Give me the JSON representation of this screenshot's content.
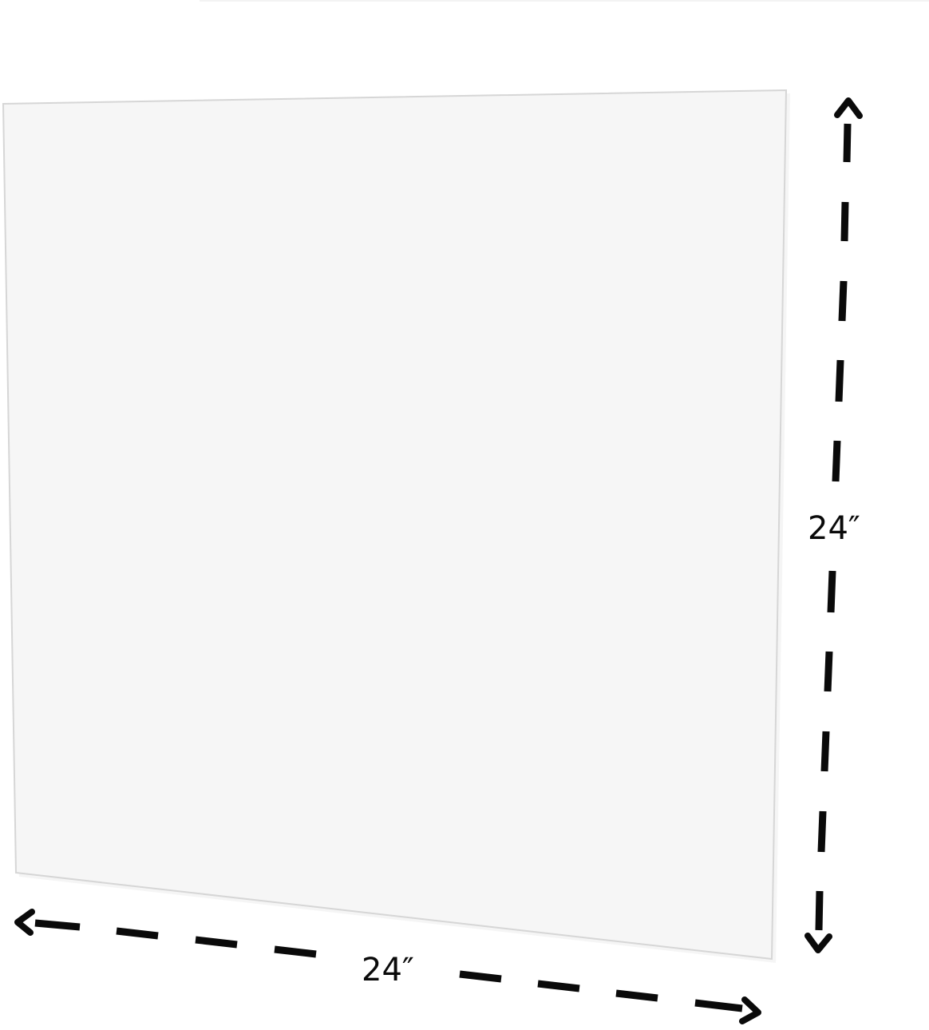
{
  "product": {
    "name": "square-panel",
    "fill_color": "#F6F6F6",
    "edge_color": "#D6D6D6",
    "shadow_color": "#E9E9E9"
  },
  "dimensions": {
    "width_label": "24″",
    "height_label": "24″",
    "line_color": "#0A0A0A",
    "style": "dashed-double-arrow"
  }
}
